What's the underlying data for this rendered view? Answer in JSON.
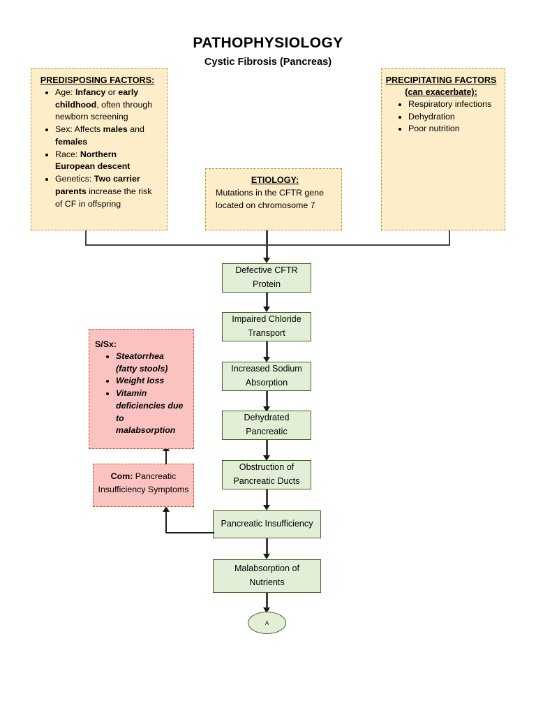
{
  "title": {
    "main": "PATHOPHYSIOLOGY",
    "sub": "Cystic Fibrosis (Pancreas)"
  },
  "colors": {
    "yellow_fill": "#fdeec9",
    "yellow_border": "#b8912f",
    "pink_fill": "#fbc3c0",
    "pink_border": "#c1562c",
    "green_fill": "#e3eed6",
    "green_border": "#3c6628",
    "connector": "#404040"
  },
  "predisposing": {
    "heading": "PREDISPOSING FACTORS:",
    "items": [
      {
        "prefix": "Age: ",
        "bold1": "Infancy",
        "mid": " or ",
        "bold2": "early childhood",
        "suffix": ", often through newborn screening"
      },
      {
        "prefix": "Sex: Affects ",
        "bold1": "males",
        "mid": " and ",
        "bold2": "females",
        "suffix": ""
      },
      {
        "prefix": "Race: ",
        "bold1": "Northern European descent",
        "mid": "",
        "bold2": "",
        "suffix": ""
      },
      {
        "prefix": "Genetics: ",
        "bold1": "Two carrier parents",
        "mid": "",
        "bold2": "",
        "suffix": " increase the risk of CF in offspring"
      }
    ]
  },
  "precipitating": {
    "heading_line1": "PRECIPITATING FACTORS",
    "heading_line2": "(can exacerbate):",
    "items": [
      "Respiratory infections",
      "Dehydration",
      "Poor nutrition"
    ]
  },
  "etiology": {
    "heading": "ETIOLOGY:",
    "body": "Mutations in the CFTR gene located on chromosome 7"
  },
  "ssx": {
    "heading": "S/Sx:",
    "items": [
      "Steatorrhea (fatty stools)",
      "Weight loss",
      "Vitamin deficiencies due to malabsorption"
    ]
  },
  "complication": {
    "label": "Com:",
    "text": " Pancreatic Insufficiency Symptoms"
  },
  "flow": {
    "steps": [
      {
        "id": "defective-cftr-protein",
        "text": "Defective CFTR Protein"
      },
      {
        "id": "impaired-chloride-transport",
        "text": "Impaired Chloride Transport"
      },
      {
        "id": "increased-sodium-absorption",
        "text": "Increased Sodium Absorption"
      },
      {
        "id": "dehydrated-pancreatic",
        "text": "Dehydrated Pancreatic"
      },
      {
        "id": "obstruction-of-pancreatic-ducts",
        "text": "Obstruction of Pancreatic Ducts"
      },
      {
        "id": "pancreatic-insufficiency",
        "text": "Pancreatic Insufficiency"
      },
      {
        "id": "malabsorption-of-nutrients",
        "text": "Malabsorption of Nutrients"
      }
    ],
    "connector_label": "A"
  }
}
